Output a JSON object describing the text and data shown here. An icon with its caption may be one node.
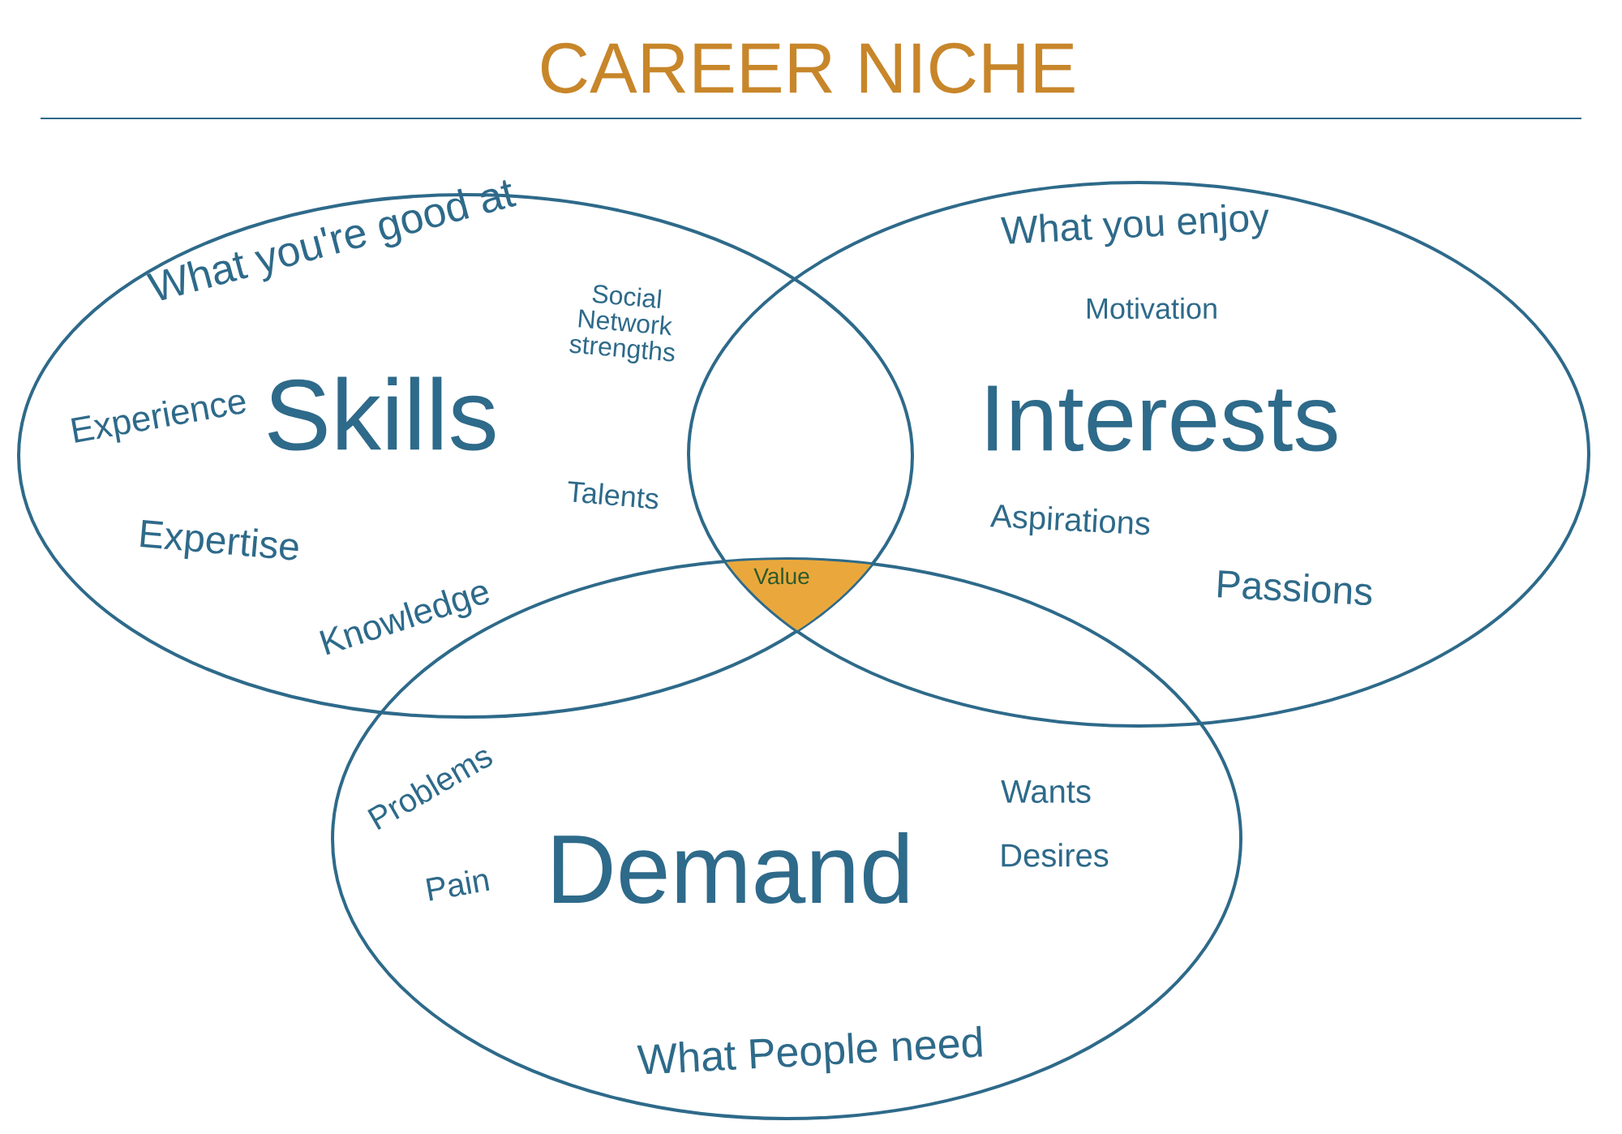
{
  "diagram": {
    "title": "CAREER NICHE",
    "nodes": [
      {
        "text": [
          "What you're good at",
          "Skills",
          "Experience",
          "Expertise",
          "Knowledge",
          "Social Network strengths",
          "Talents"
        ]
      },
      {
        "text": [
          "What you enjoy",
          "Motivation",
          "Interests",
          "Aspirations",
          "Passions"
        ]
      },
      {
        "text": [
          "Demand",
          "Problems",
          "Pain",
          "Wants",
          "Desires",
          "What People need"
        ]
      },
      {
        "text": [
          "Value"
        ]
      }
    ],
    "edges": []
  }
}
